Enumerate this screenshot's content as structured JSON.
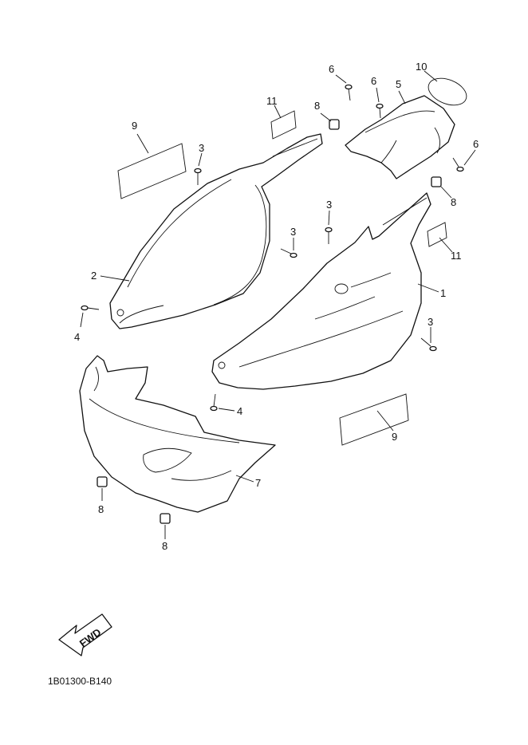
{
  "callouts": {
    "c1": "1",
    "c2": "2",
    "c3a": "3",
    "c3b": "3",
    "c3c": "3",
    "c3d": "3",
    "c4a": "4",
    "c4b": "4",
    "c5": "5",
    "c6a": "6",
    "c6b": "6",
    "c6c": "6",
    "c7": "7",
    "c8a": "8",
    "c8b": "8",
    "c8c": "8",
    "c8d": "8",
    "c9a": "9",
    "c9b": "9",
    "c10": "10",
    "c11a": "11",
    "c11b": "11"
  },
  "fwd_label": "FWD",
  "diagram_code": "1B01300-B140"
}
